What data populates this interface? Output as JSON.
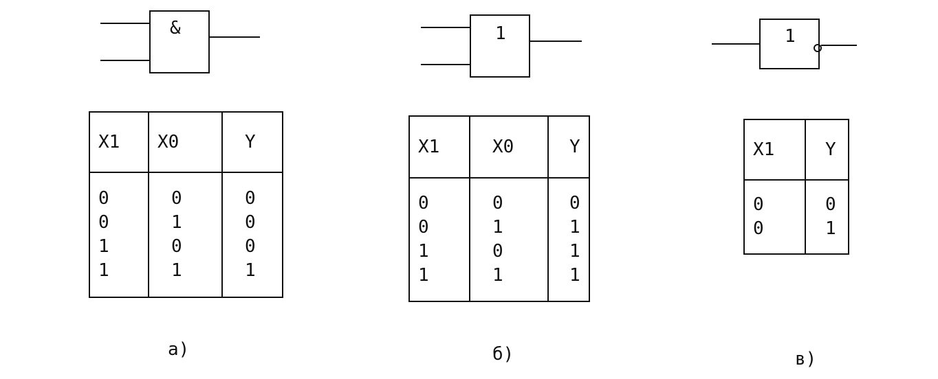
{
  "panels": [
    {
      "gate_symbol": "&",
      "headers": [
        "X1",
        "X0",
        "Y"
      ],
      "rows": [
        [
          "0",
          "0",
          "0"
        ],
        [
          "0",
          "1",
          "0"
        ],
        [
          "1",
          "0",
          "0"
        ],
        [
          "1",
          "1",
          "1"
        ]
      ],
      "caption": "а)"
    },
    {
      "gate_symbol": "1",
      "headers": [
        "X1",
        "X0",
        "Y"
      ],
      "rows": [
        [
          "0",
          "0",
          "0"
        ],
        [
          "0",
          "1",
          "1"
        ],
        [
          "1",
          "0",
          "1"
        ],
        [
          "1",
          "1",
          "1"
        ]
      ],
      "caption": "б)"
    },
    {
      "gate_symbol": "1",
      "headers": [
        "X1",
        "Y"
      ],
      "rows": [
        [
          "0",
          "0"
        ],
        [
          "0",
          "1"
        ]
      ],
      "caption": "в)"
    }
  ]
}
